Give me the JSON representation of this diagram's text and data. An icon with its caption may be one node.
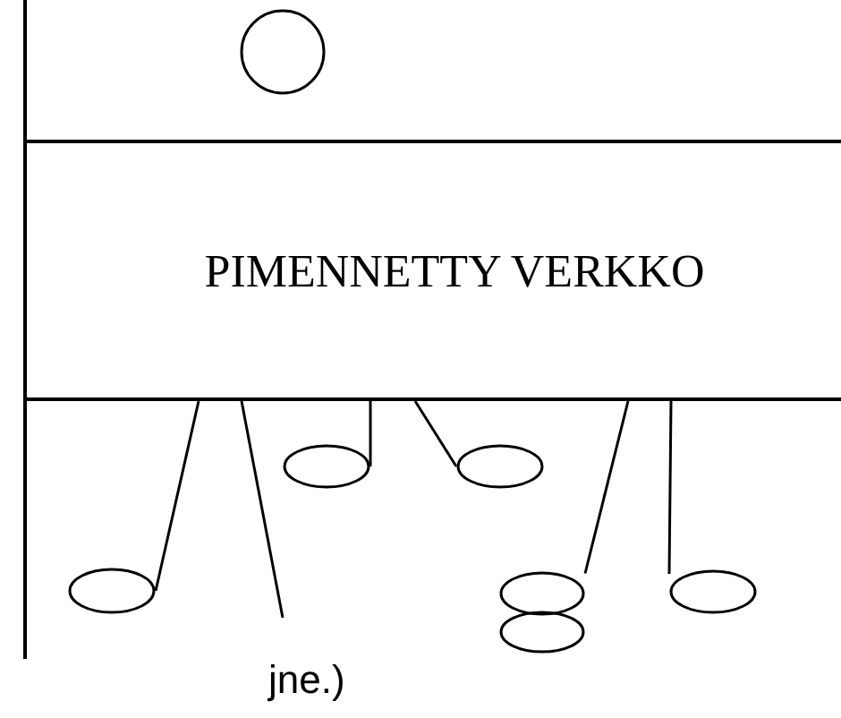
{
  "diagram": {
    "nodes": [
      {
        "text": [],
        "shape": "circle"
      },
      {
        "text": [
          "PIMENNETTY VERKKO"
        ]
      },
      {
        "text": [],
        "shape": "ellipse"
      },
      {
        "text": [],
        "shape": "ellipse"
      },
      {
        "text": [],
        "shape": "ellipse"
      },
      {
        "text": [],
        "shape": "ellipse"
      },
      {
        "text": [],
        "shape": "ellipse"
      },
      {
        "text": [],
        "shape": "ellipse"
      }
    ],
    "edges": [
      {
        "from": 1,
        "to": 2,
        "arrow": "none"
      },
      {
        "from": 1,
        "to": null,
        "arrow": "none"
      },
      {
        "from": 1,
        "to": 3,
        "arrow": "none"
      },
      {
        "from": 1,
        "to": 4,
        "arrow": "none"
      },
      {
        "from": 1,
        "to": 5,
        "arrow": "none"
      },
      {
        "from": 1,
        "to": 7,
        "arrow": "none"
      }
    ],
    "labels": [
      "jne.)"
    ]
  }
}
